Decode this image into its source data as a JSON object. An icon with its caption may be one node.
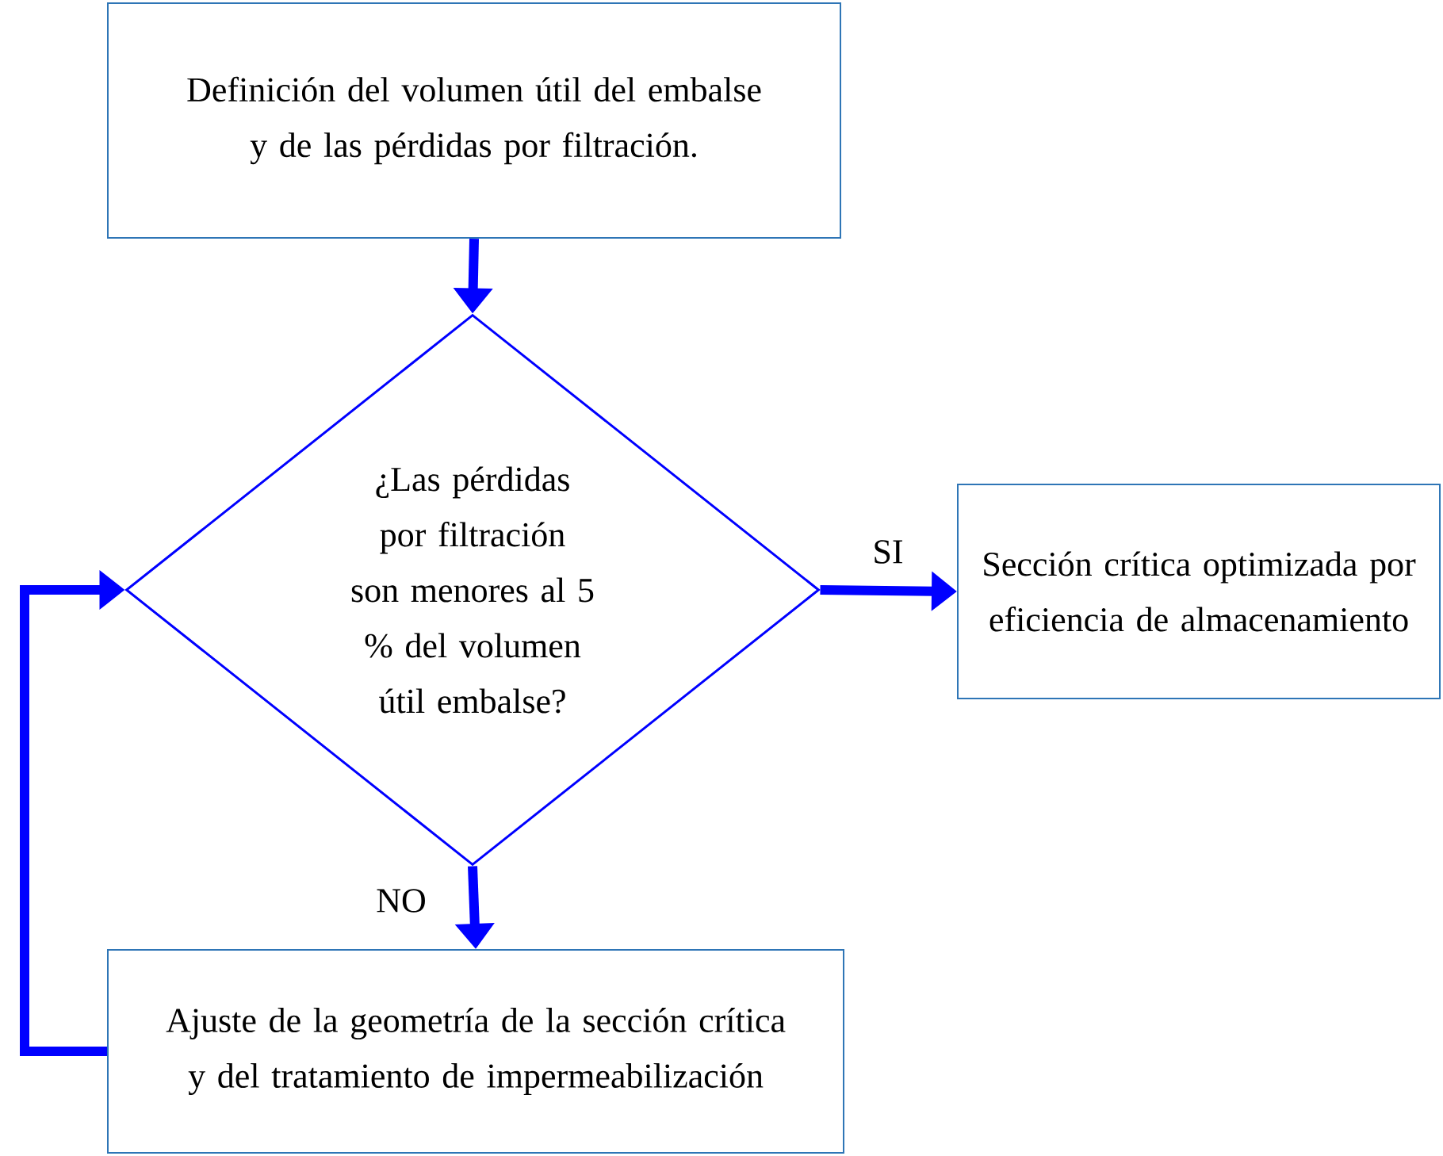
{
  "diagram": {
    "nodes": [
      {
        "text": [
          "Definición del volumen útil del embalse y de las pérdidas por filtración."
        ]
      },
      {
        "text": [
          "¿Las pérdidas por filtración son menores al 5 % del volumen útil embalse?"
        ]
      },
      {
        "text": [
          "Sección crítica optimizada por eficiencia de almacenamiento"
        ]
      },
      {
        "text": [
          "Ajuste de la geometría de la sección crítica y del tratamiento de impermeabilización"
        ]
      }
    ],
    "edges": [
      {
        "from": 0,
        "to": 1,
        "arrow": "to"
      },
      {
        "from": 1,
        "to": 2,
        "arrow": "to",
        "label": "SI"
      },
      {
        "from": 1,
        "to": 3,
        "arrow": "to",
        "label": "NO"
      },
      {
        "from": 3,
        "to": 1,
        "arrow": "to"
      }
    ]
  }
}
